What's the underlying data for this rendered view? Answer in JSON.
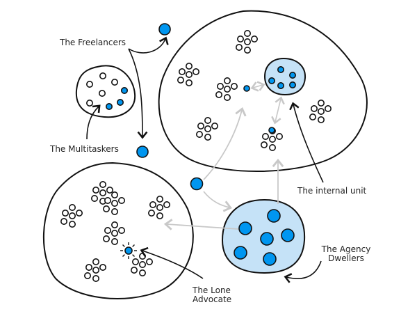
{
  "labels": {
    "freelancers": "The Freelancers",
    "multitaskers": "The Multitaskers",
    "internal_unit": "The internal unit",
    "agency_dwellers_1": "The Agency",
    "agency_dwellers_2": "Dwellers",
    "lone_advocate_1": "The Lone",
    "lone_advocate_2": "Advocate"
  },
  "colors": {
    "ink": "#111111",
    "accent_blue": "#0096f0",
    "light_blue_fill": "#c5e2f7",
    "arrow_gray": "#c8c8c8"
  }
}
